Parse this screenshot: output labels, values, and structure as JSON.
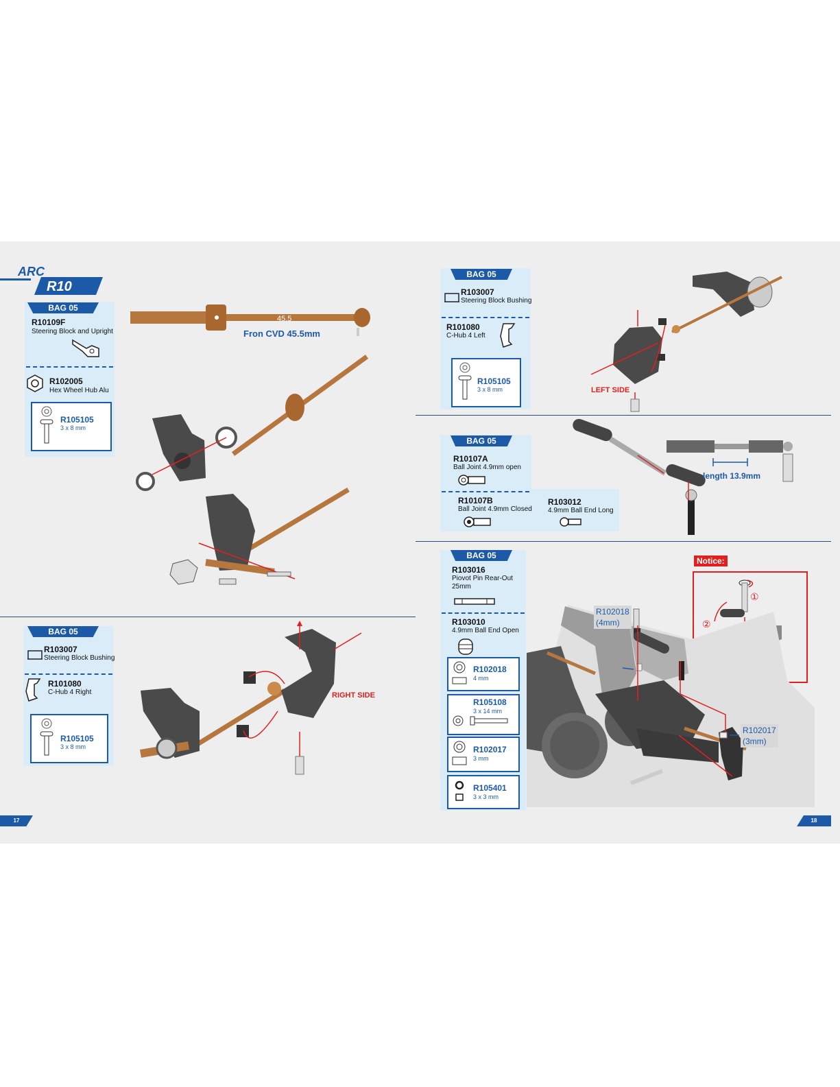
{
  "brand": {
    "line1": "ARC",
    "line2": "R10"
  },
  "colors": {
    "accent": "#1c5aa8",
    "panel": "#d9ecf8",
    "alert": "#e02020",
    "bronze": "#b5773d",
    "plastic": "#4a4a4a"
  },
  "page_left": {
    "number": "17",
    "step1": {
      "bag": "BAG 05",
      "parts": [
        {
          "code": "R10109F",
          "desc": "Steering Block and Upright"
        },
        {
          "code": "R102005",
          "desc": "Hex Wheel Hub Alu"
        },
        {
          "code": "R105105",
          "desc": "3 x 8 mm"
        }
      ],
      "cvd_dimension": "45.5",
      "cvd_caption": "Fron CVD 45.5mm"
    },
    "step2": {
      "bag": "BAG 05",
      "parts": [
        {
          "code": "R103007",
          "desc": "Steering Block Bushing"
        },
        {
          "code": "R101080",
          "desc": "C-Hub 4 Right"
        },
        {
          "code": "R105105",
          "desc": "3 x 8 mm"
        }
      ],
      "side_label": "RIGHT SIDE"
    }
  },
  "page_right": {
    "number": "18",
    "step1": {
      "bag": "BAG 05",
      "parts": [
        {
          "code": "R103007",
          "desc": "Steering Block Bushing"
        },
        {
          "code": "R101080",
          "desc": "C-Hub 4 Left"
        },
        {
          "code": "R105105",
          "desc": "3 x 8 mm"
        }
      ],
      "side_label": "LEFT SIDE"
    },
    "step2": {
      "bag": "BAG 05",
      "parts": [
        {
          "code": "R10107A",
          "desc": "Ball Joint 4.9mm open"
        },
        {
          "code": "R10107B",
          "desc": "Ball Joint 4.9mm Closed"
        },
        {
          "code": "R103012",
          "desc": "4.9mm Ball End Long"
        }
      ],
      "length_label": "length 13.9mm"
    },
    "step3": {
      "bag": "BAG 05",
      "parts": [
        {
          "code": "R103016",
          "desc1": "Piovot Pin Rear-Out",
          "desc2": "25mm"
        },
        {
          "code": "R103010",
          "desc1": "4.9mm Ball End Open"
        },
        {
          "code": "R102018",
          "desc1": "4 mm"
        },
        {
          "code": "R105108",
          "desc1": "3 x 14 mm"
        },
        {
          "code": "R102017",
          "desc1": "3 mm"
        },
        {
          "code": "R105401",
          "desc1": "3 x 3 mm"
        }
      ],
      "notice_label": "Notice:",
      "notice_marks": [
        "①",
        "②"
      ],
      "callout_a": {
        "code": "R102018",
        "size": "(4mm)"
      },
      "callout_b": {
        "code": "R102017",
        "size": "(3mm)"
      }
    }
  }
}
